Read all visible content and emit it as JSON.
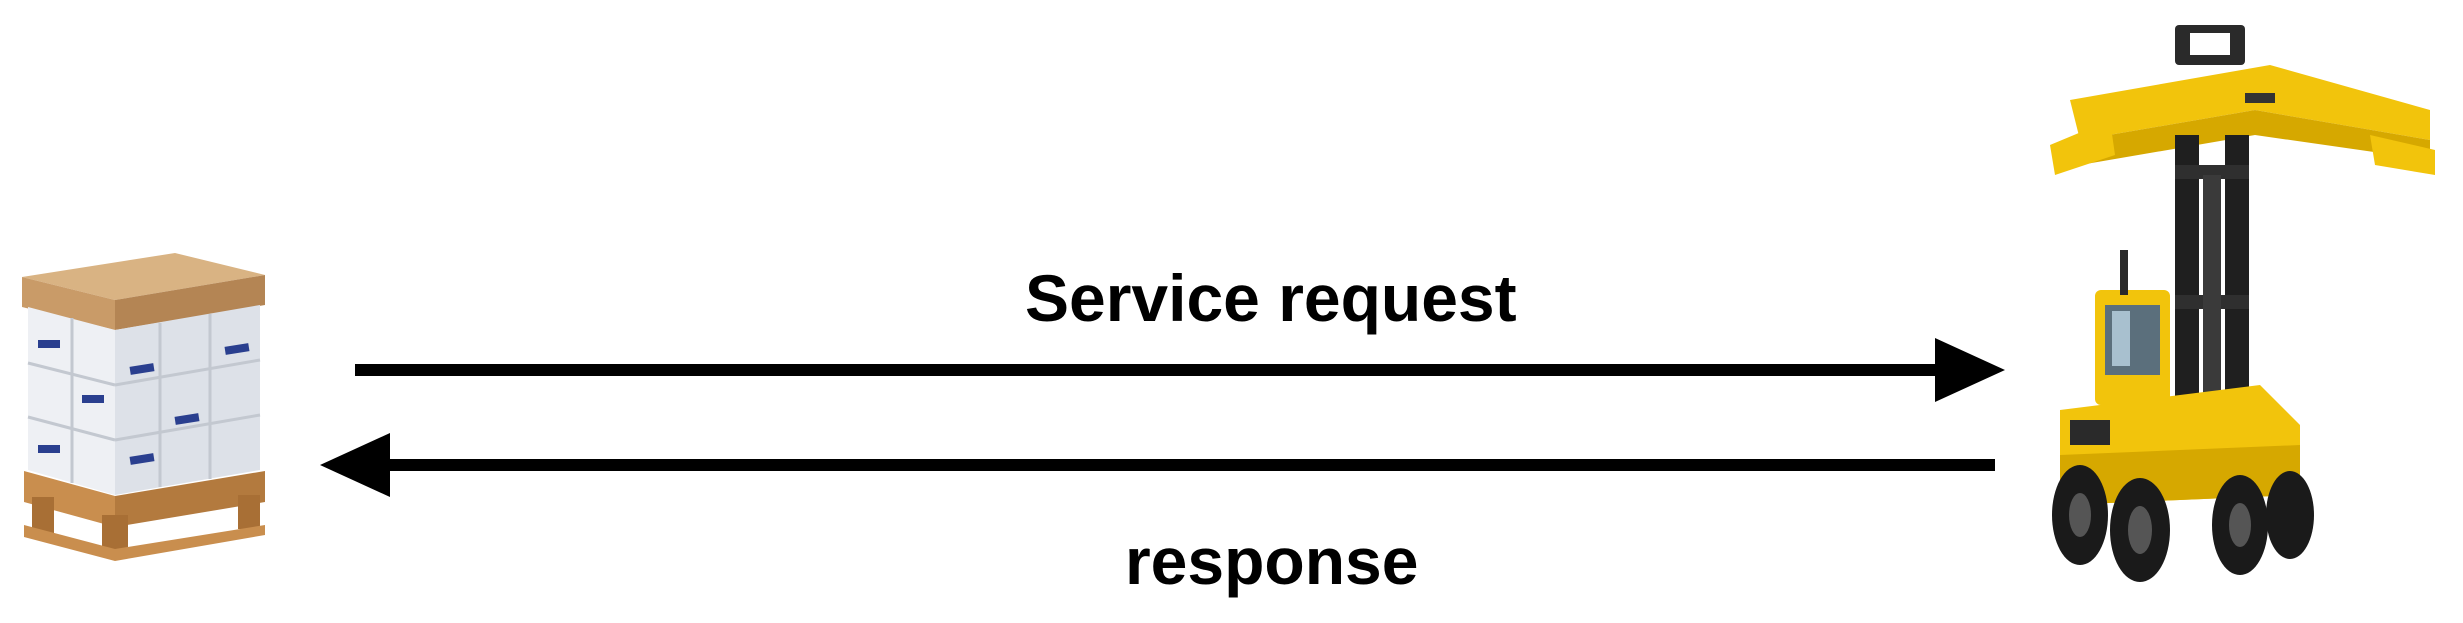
{
  "nodes": {
    "left": {
      "icon": "pallet-of-boxes-icon"
    },
    "right": {
      "icon": "container-handler-forklift-icon"
    }
  },
  "edges": {
    "request": {
      "label": "Service request",
      "direction": "left-to-right"
    },
    "response": {
      "label": "response",
      "direction": "right-to-left"
    }
  },
  "colors": {
    "arrow": "#000000",
    "text": "#000000",
    "forklift": "#f2c40c",
    "carton": "#c99b68",
    "pallet_wood": "#c98e4e"
  }
}
